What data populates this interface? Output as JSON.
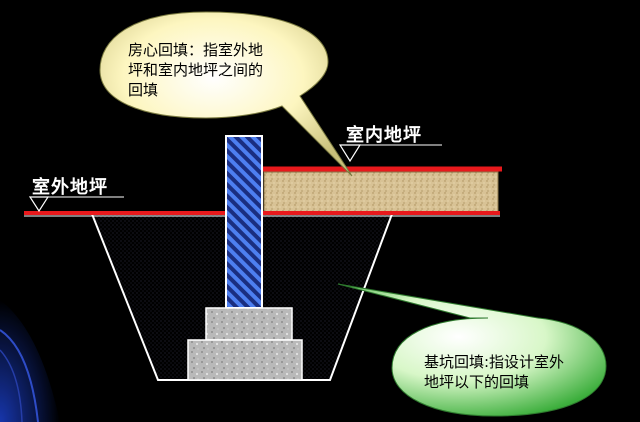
{
  "labels": {
    "indoor_floor": "室内地坪",
    "outdoor_ground": "室外地坪"
  },
  "callouts": {
    "room_backfill": {
      "lines": [
        "房心回填：指室外地",
        "坪和室内地坪之间的",
        "回填"
      ]
    },
    "pit_backfill": {
      "lines": [
        "基坑回填:指设计室外",
        "地坪以下的回填"
      ]
    }
  },
  "colors": {
    "background": "#000000",
    "floor_line": "#e8191c",
    "wall_hatch": "#2f5fd0",
    "backfill_fill": "#d9c49a",
    "callout_yellow": "#fffbc8",
    "callout_green": "#b8f0a0"
  }
}
